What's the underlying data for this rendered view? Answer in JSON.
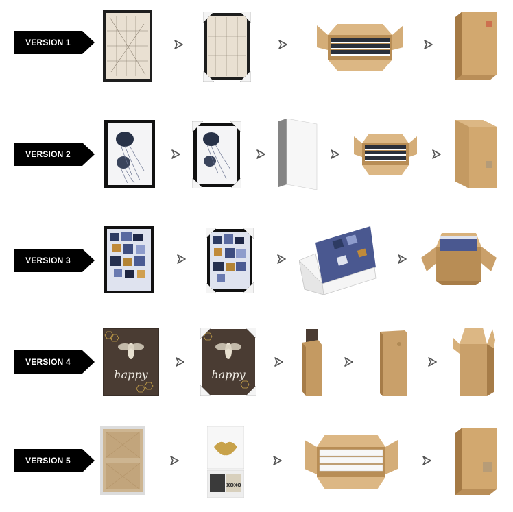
{
  "versions": [
    {
      "label": "VERSION 1"
    },
    {
      "label": "VERSION 2"
    },
    {
      "label": "VERSION 3"
    },
    {
      "label": "VERSION 4"
    },
    {
      "label": "VERSION 5"
    }
  ],
  "artwork": {
    "v4_script": "happy",
    "v5_stamp": "XOXO"
  },
  "colors": {
    "label_bg": "#000000",
    "label_text": "#ffffff",
    "cardboard": "#c9a06a",
    "cardboard_dark": "#a67c48",
    "frame": "#1a1a1a",
    "arrow": "#555555"
  }
}
